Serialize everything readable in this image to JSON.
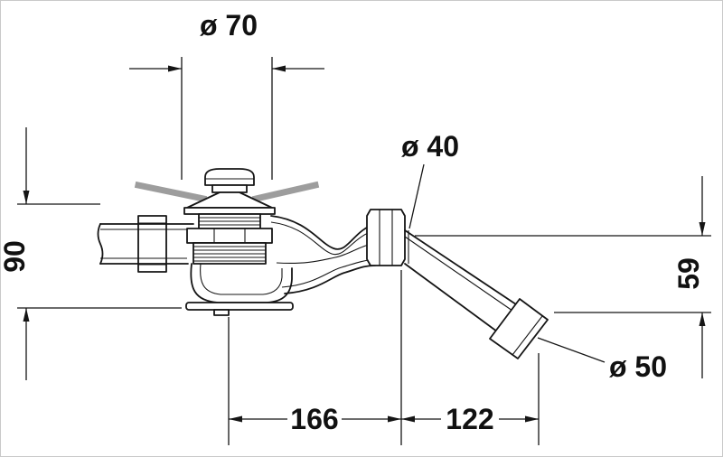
{
  "drawing": {
    "labels": {
      "dia70": "ø 70",
      "dia40": "ø 40",
      "dia50": "ø 50",
      "height90": "90",
      "height59": "59",
      "width166": "166",
      "width122": "122"
    },
    "colors": {
      "line": "#111111",
      "tub_gray": "#9d9d9d",
      "background": "#ffffff"
    }
  }
}
